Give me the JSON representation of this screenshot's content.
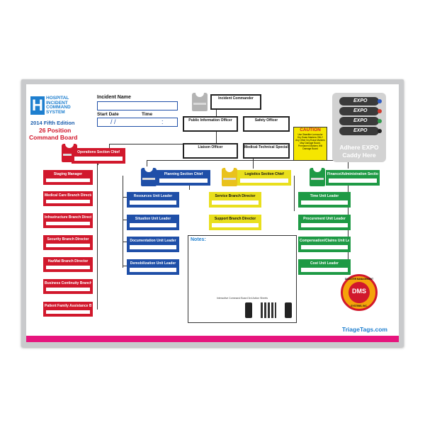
{
  "logo": {
    "letter": "H",
    "lines": [
      "HOSPITAL",
      "INCIDENT",
      "COMMAND",
      "SYSTEM"
    ]
  },
  "edition": "2014 Fifth Edition",
  "board_title_1": "26 Position",
  "board_title_2": "Command Board",
  "incident": {
    "name_label": "Incident Name",
    "start_date_label": "Start Date",
    "time_label": "Time",
    "date_sep": "/          /",
    "time_sep": ":"
  },
  "roles": {
    "incident_commander": "Incident Commander",
    "public_information_officer": "Public Information Officer",
    "safety_officer": "Safety Officer",
    "liaison_officer": "Liaison Officer",
    "medical_technical_specialist": "Medical-Technical Specialist",
    "operations_section_chief": "Operations Section Chief",
    "planning_section_chief": "Planning Section Chief",
    "logistics_section_chief": "Logistics Section Chief",
    "finance_section_chief": "Finance/Administration Section Chief",
    "staging_manager": "Staging Manager",
    "medical_care_branch": "Medical Care Branch Director",
    "infrastructure_branch": "Infrastructure Branch Director",
    "security_branch": "Security Branch Director",
    "hazmat_branch": "HazMat Branch Director",
    "business_continuity_branch": "Business Continuity Branch Director",
    "patient_family_branch": "Patient Family Assistance Branch Director",
    "resources_unit": "Resources Unit Leader",
    "situation_unit": "Situation Unit Leader",
    "documentation_unit": "Documentation Unit Leader",
    "demobilization_unit": "Demobilization Unit Leader",
    "service_branch": "Service Branch Director",
    "support_branch": "Support Branch Director",
    "time_unit": "Time Unit Leader",
    "procurement_unit": "Procurement Unit Leader",
    "compensation_unit": "Compensation/Claims Unit Leader",
    "cost_unit": "Cost Unit Leader"
  },
  "caution": {
    "title": "CAUTION",
    "lines": [
      "Use Staedtler Lumocolor",
      "Dry Erase Markers ONLY",
      "Any Other Dry Erase Markers",
      "May Damage Board.",
      "Permanent Markers Will",
      "Damage Board"
    ]
  },
  "expo_caddy": {
    "marker_brand": "EXPO",
    "text_1": "Adhere EXPO",
    "text_2": "Caddy Here",
    "marker_colors": [
      "#2f5cc4",
      "#d23a2e",
      "#2e9a4a",
      "#222222"
    ]
  },
  "notes_label": "Notes:",
  "notes_caption": "Interactive Command Board 3rd Action Sheets",
  "dms_badge": {
    "center": "DMS",
    "ring_top": "DISASTER MANAGEMENT",
    "ring_bottom": "SYSTEMS, INC."
  },
  "footer": {
    "website": "TriageTags.com",
    "bar_color": "#e6157d"
  }
}
